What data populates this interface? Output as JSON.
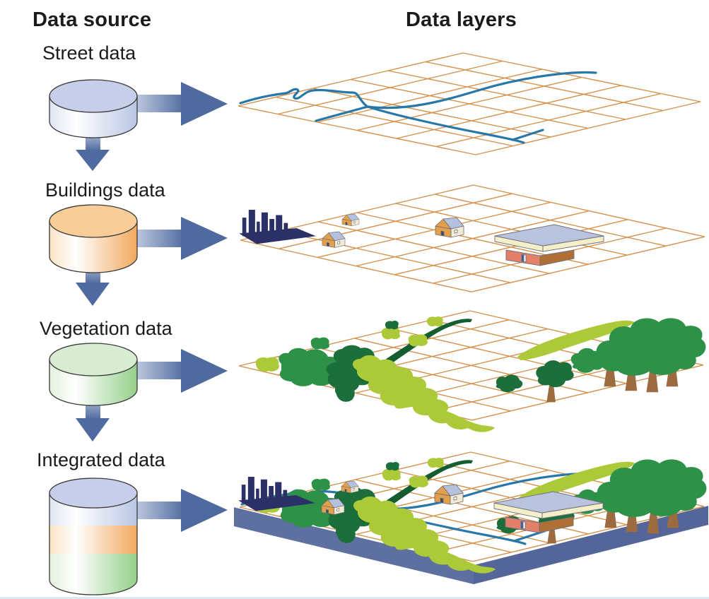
{
  "headers": {
    "data_source": "Data source",
    "data_layers": "Data layers"
  },
  "rows": [
    {
      "id": "street",
      "label": "Street data"
    },
    {
      "id": "buildings",
      "label": "Buildings data"
    },
    {
      "id": "vegetation",
      "label": "Vegetation data"
    },
    {
      "id": "integrated",
      "label": "Integrated data"
    }
  ],
  "icons": {
    "source": "database-cylinder-icon",
    "flow_right": "arrow-right-icon",
    "flow_down": "arrow-down-icon"
  },
  "colors": {
    "background": "#ffffff",
    "text": "#1b1b1b",
    "white": "#ffffff",
    "grid": "#d4924d",
    "street": "#2778a8",
    "arrow_dark": "#4f6a9f",
    "arrow_light": "#c9d2e7",
    "outline": "#3a3a3a",
    "cyl_blue_top": "#c6cee9",
    "cyl_blue_edge": "#dfe5f2",
    "cyl_blue_body": "#b9c6e4",
    "cyl_orange_top": "#f8cd97",
    "cyl_orange_edge": "#fbe3c4",
    "cyl_orange_body": "#f2a95e",
    "cyl_green_top": "#d8ecd2",
    "cyl_green_edge": "#e3f2dd",
    "cyl_green_body": "#94cf89",
    "skyline": "#2b3166",
    "house_wall": "#e2a04f",
    "house_trim": "#f0ead6",
    "house_roof": "#b4c0dd",
    "house_door": "#3a4a6b",
    "bldg_roof": "#b9c3de",
    "bldg_fascia": "#f5efc9",
    "bldg_front": "#e2806a",
    "bldg_side": "#b06f35",
    "bldg_door": "#2b5fa8",
    "veg_light": "#abc938",
    "veg_medium": "#2e9148",
    "veg_dark": "#1c6e3a",
    "veg_darkest": "#155c30",
    "trunk": "#9c6b3f",
    "slab_left": "#5e709f",
    "slab_right": "#536599",
    "bottom_strip": "#dce7ef"
  }
}
